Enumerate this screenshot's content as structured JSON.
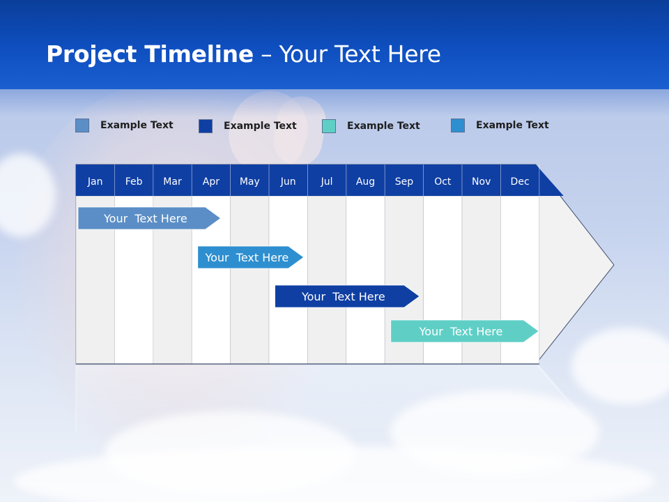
{
  "title": {
    "bold": "Project Timeline",
    "rest": " – Your Text Here"
  },
  "legend": [
    {
      "label": "Example Text",
      "color": "#5b8ec6"
    },
    {
      "label": "Example Text",
      "color": "#0f3fa3"
    },
    {
      "label": "Example Text",
      "color": "#5fcfc6"
    },
    {
      "label": "Example Text",
      "color": "#2e8fd0"
    }
  ],
  "months": [
    "Jan",
    "Feb",
    "Mar",
    "Apr",
    "May",
    "Jun",
    "Jul",
    "Aug",
    "Sep",
    "Oct",
    "Nov",
    "Dec"
  ],
  "tasks": [
    {
      "label": "Your  Text Here",
      "start_month": 0,
      "end_month": 3.75,
      "color": "#5b8ec6"
    },
    {
      "label": "Your  Text Here",
      "start_month": 3.1,
      "end_month": 5.9,
      "color": "#2e8fd0"
    },
    {
      "label": "Your  Text Here",
      "start_month": 5.1,
      "end_month": 8.9,
      "color": "#0f3fa3"
    },
    {
      "label": "Your  Text Here",
      "start_month": 8.1,
      "end_month": 11.99,
      "color": "#5fcfc6"
    }
  ],
  "colors": {
    "header_bg": "#0f3fa3",
    "month_bar": "#0f3fa3"
  }
}
